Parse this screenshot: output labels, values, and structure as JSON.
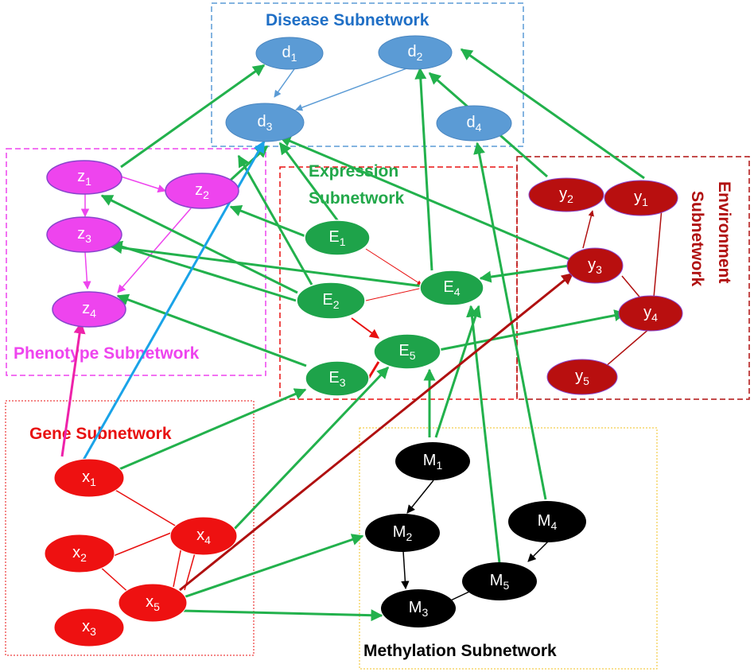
{
  "groups": {
    "disease": {
      "title": "Disease Subnetwork",
      "color": "#1f6fc6"
    },
    "expression": {
      "title_line1": "Expression",
      "title_line2": "Subnetwork",
      "color": "#22a84a"
    },
    "environment": {
      "title_line1": "Environment",
      "title_line2": "Subnetwork",
      "color": "#b01010"
    },
    "phenotype": {
      "title": "Phenotype Subnetwork",
      "color": "#ee44ee"
    },
    "gene": {
      "title": "Gene Subnetwork",
      "color": "#e81010"
    },
    "methylation": {
      "title": "Methylation  Subnetwork",
      "color": "#000000"
    }
  },
  "nodes": {
    "d1": {
      "base": "d",
      "sub": "1"
    },
    "d2": {
      "base": "d",
      "sub": "2"
    },
    "d3": {
      "base": "d",
      "sub": "3"
    },
    "d4": {
      "base": "d",
      "sub": "4"
    },
    "z1": {
      "base": "z",
      "sub": "1"
    },
    "z2": {
      "base": "z",
      "sub": "2"
    },
    "z3": {
      "base": "z",
      "sub": "3"
    },
    "z4": {
      "base": "z",
      "sub": "4"
    },
    "E1": {
      "base": "E",
      "sub": "1"
    },
    "E2": {
      "base": "E",
      "sub": "2"
    },
    "E3": {
      "base": "E",
      "sub": "3"
    },
    "E4": {
      "base": "E",
      "sub": "4"
    },
    "E5": {
      "base": "E",
      "sub": "5"
    },
    "y1": {
      "base": "y",
      "sub": "1"
    },
    "y2": {
      "base": "y",
      "sub": "2"
    },
    "y3": {
      "base": "y",
      "sub": "3"
    },
    "y4": {
      "base": "y",
      "sub": "4"
    },
    "y5": {
      "base": "y",
      "sub": "5"
    },
    "x1": {
      "base": "x",
      "sub": "1"
    },
    "x2": {
      "base": "x",
      "sub": "2"
    },
    "x3": {
      "base": "x",
      "sub": "3"
    },
    "x4": {
      "base": "x",
      "sub": "4"
    },
    "x5": {
      "base": "x",
      "sub": "5"
    },
    "M1": {
      "base": "M",
      "sub": "1"
    },
    "M2": {
      "base": "M",
      "sub": "2"
    },
    "M3": {
      "base": "M",
      "sub": "3"
    },
    "M4": {
      "base": "M",
      "sub": "4"
    },
    "M5": {
      "base": "M",
      "sub": "5"
    }
  },
  "colors": {
    "disease_fill": "#5b9bd5",
    "phenotype_fill": "#ee44ee",
    "expression_fill": "#1ea34a",
    "environment_fill": "#b80f0f",
    "gene_fill": "#ee1111",
    "methylation_fill": "#000000",
    "arrow_green": "#22b14c",
    "arrow_blue_light": "#5b9bd5",
    "arrow_cyan": "#1aa3e8",
    "arrow_magenta": "#ee22aa",
    "edge_red": "#e81010",
    "edge_darkred": "#b01010"
  }
}
